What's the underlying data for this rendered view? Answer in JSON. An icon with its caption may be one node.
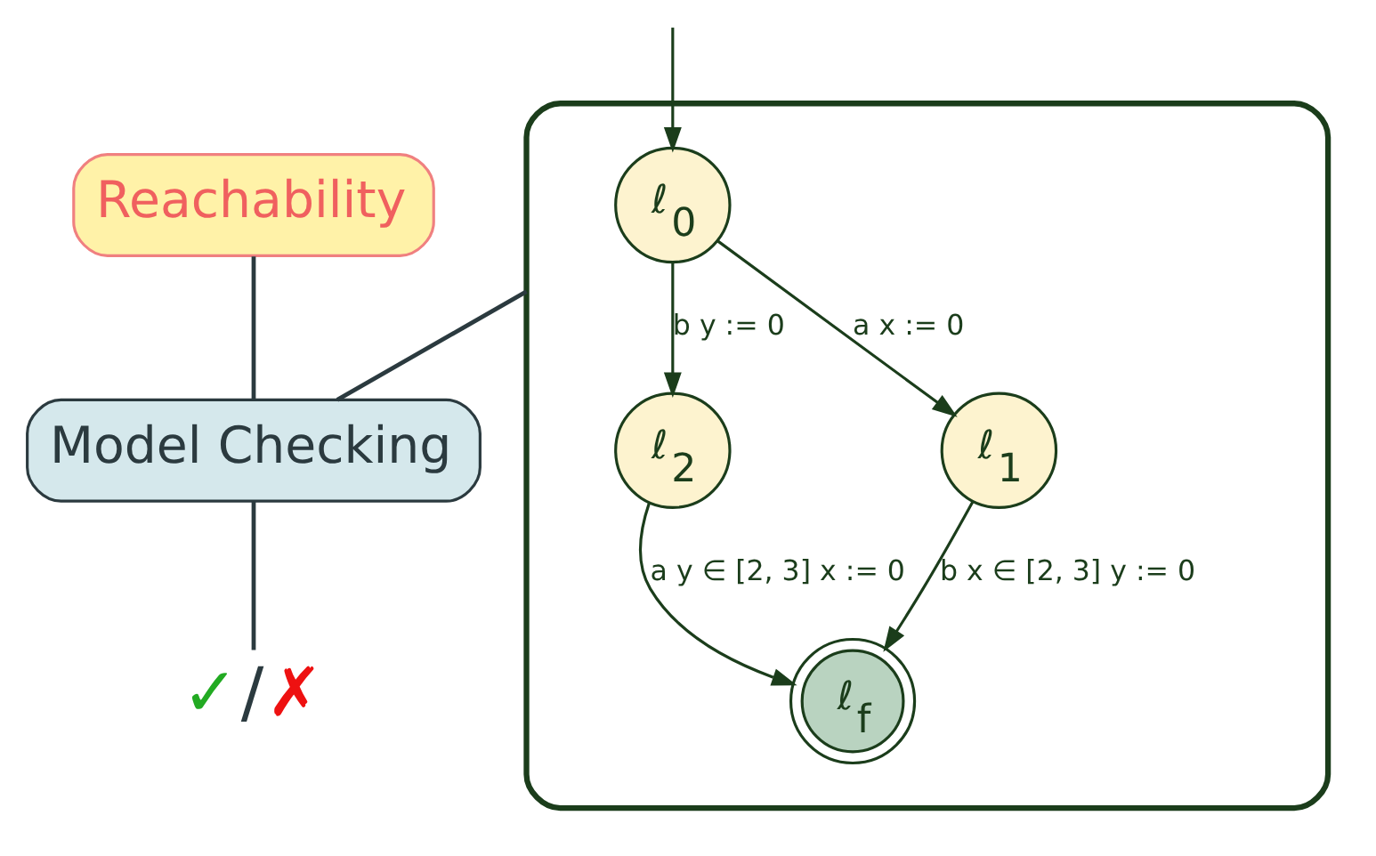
{
  "diagram": {
    "nodes": [
      {
        "text": [],
        "shape": "box"
      },
      {
        "text": [
          "ℓ$_{0}$"
        ],
        "in": 0
      },
      {
        "text": [
          "ℓ$_{2}$"
        ],
        "in": 0
      },
      {
        "text": [
          "ℓ$_{1}$"
        ],
        "in": 0
      },
      {
        "text": [
          "ℓ$_{f}$"
        ],
        "in": 0
      },
      {
        "text": [
          "Reachability"
        ]
      },
      {
        "text": [
          "Model Checking"
        ]
      },
      {
        "text": [
          "✓",
          "/",
          "✗"
        ]
      }
    ],
    "edges": [
      {
        "from": null,
        "to": 1,
        "arrow": "to"
      },
      {
        "from": 1,
        "to": 2,
        "arrow": "to",
        "label": "b y := 0"
      },
      {
        "from": 1,
        "to": 3,
        "arrow": "to",
        "label": "a x := 0"
      },
      {
        "from": 2,
        "to": 4,
        "arrow": "to",
        "label": "a y ∈ [2, 3] x := 0"
      },
      {
        "from": 3,
        "to": 4,
        "arrow": "to",
        "label": "b x ∈ [2, 3] y := 0"
      },
      {
        "from": 0,
        "to": 6,
        "arrow": "none"
      },
      {
        "from": 5,
        "to": 6,
        "arrow": "none"
      },
      {
        "from": 6,
        "to": 7,
        "arrow": "none"
      }
    ]
  }
}
